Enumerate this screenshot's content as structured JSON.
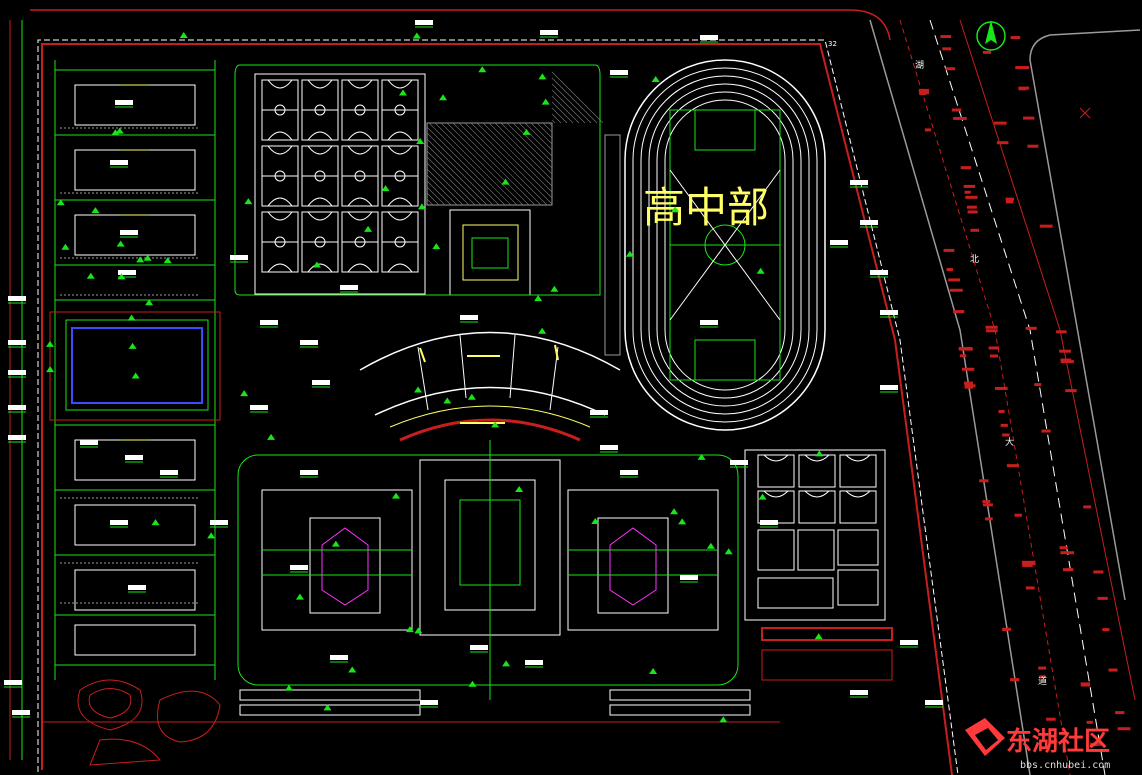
{
  "title": "高中部",
  "road_labels": [
    "湖",
    "北",
    "大",
    "道"
  ],
  "corner_tag": "32",
  "watermark": {
    "main": "东湖社区",
    "url": "bbs.cnhubei.com"
  },
  "colors": {
    "background": "#000000",
    "cad_green": "#19e619",
    "cad_red": "#c81e1e",
    "cad_white": "#ffffff",
    "cad_yellow": "#ffff66",
    "cad_magenta": "#ff33ff",
    "cad_blue": "#3b4cff",
    "cad_gray": "#9a9a9a"
  },
  "icons": {
    "north_arrow": "north-arrow-icon",
    "watermark_logo": "watermark-logo-icon"
  }
}
